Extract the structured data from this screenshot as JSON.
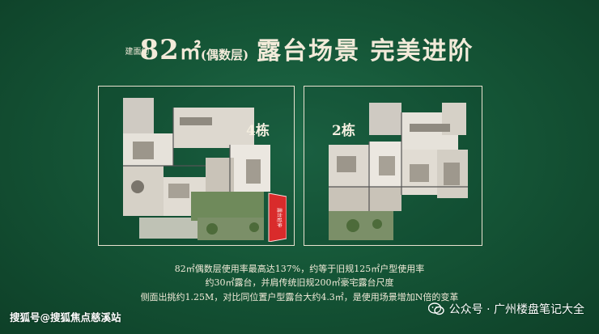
{
  "headline": {
    "prefix": "建面约",
    "area": "82",
    "unit": "㎡",
    "sub": "(偶数层)",
    "title": "露台场景  完美进阶"
  },
  "panels": [
    {
      "building": "4栋",
      "badge": "露台延伸"
    },
    {
      "building": "2栋"
    }
  ],
  "caption": {
    "line1": "82㎡偶数层使用率最高达137%，约等于旧规125㎡户型使用率",
    "line2": "约30㎡露台，并肩传统旧规200㎡豪宅露台尺度",
    "line3": "侧面出挑约1.25M，对比同位置户型露台大约4.3㎡，是使用场景增加N倍的变革"
  },
  "watermarks": {
    "left": "搜狐号@搜狐焦点慈溪站",
    "right": "公众号 · 广州楼盘笔记大全"
  },
  "colors": {
    "background": "#155637",
    "text": "#f2ead9",
    "highlight": "#d92b2b"
  },
  "icons": {
    "wechat": "wechat-icon"
  }
}
